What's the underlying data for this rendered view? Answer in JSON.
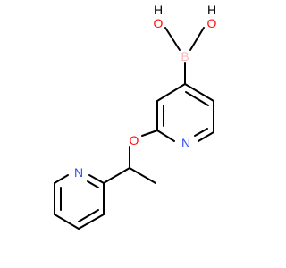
{
  "molecule": {
    "atoms": {
      "boron": "B",
      "oxygen_top_left": "O",
      "oxygen_top_right": "O",
      "hydrogen_top_left": "H",
      "hydrogen_top_right": "H",
      "ether_oxygen": "O",
      "pyridine_n_upper": "N",
      "pyridine_n_lower": "N"
    },
    "colors": {
      "bond": "#000000",
      "oxygen": "#ff0d0d",
      "nitrogen": "#3050f8",
      "boron": "#ffb5b5",
      "hydrogen": "#000000"
    }
  }
}
